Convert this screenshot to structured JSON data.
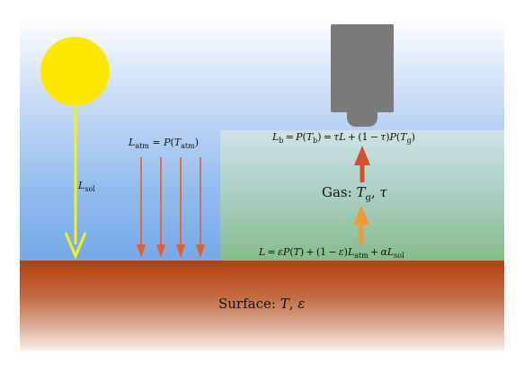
{
  "labels": {
    "l_sol": {
      "main": "L",
      "sub": "sol"
    },
    "l_atm_eq": {
      "lhs": "L",
      "lhs_sub": "atm",
      "eq": " = ",
      "func": "P",
      "open": "(",
      "arg": "T",
      "arg_sub": "atm",
      "close": ")"
    },
    "l_b_eq": {
      "text": "L_b = P(T_b) = τL + (1 − τ)P(T_g)"
    },
    "l_eq": {
      "text": "L = εP(T) + (1 − ε)L_atm + αL_sol"
    },
    "gas": {
      "prefix": "Gas: ",
      "t": "T",
      "t_sub": "g",
      "sep": ", ",
      "tau": "τ"
    },
    "surface": {
      "prefix": "Surface: ",
      "t": "T",
      "sep": ", ",
      "eps": "ε"
    }
  },
  "colors": {
    "sun": "#ffe800",
    "solar_arrow": "#f0f21c",
    "atm_arrow": "#e0602c",
    "emit_arrow": "#ef9a3a",
    "gas_arrow": "#d2502a",
    "camera": "#7a7a7a",
    "surface": "#b3400c"
  },
  "icons": {
    "sun": "sun-icon",
    "camera": "camera-icon"
  }
}
